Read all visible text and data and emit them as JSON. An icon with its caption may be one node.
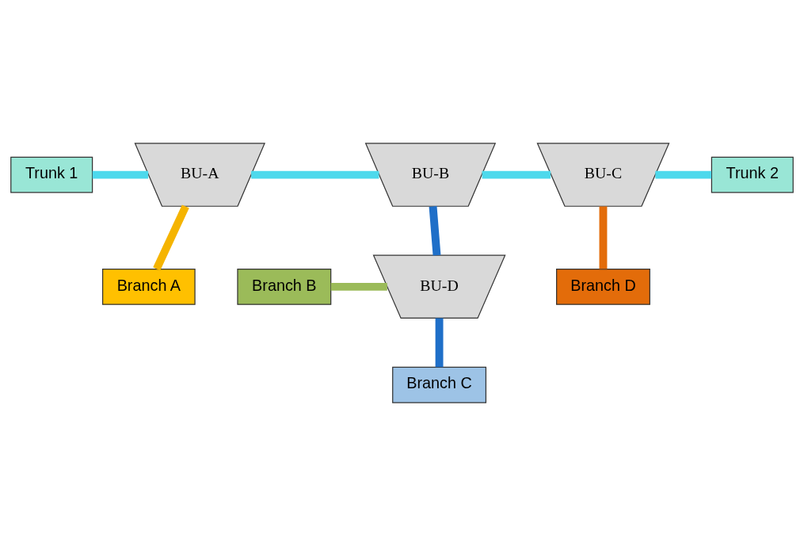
{
  "diagram": {
    "nodes": [
      {
        "text": [
          "Trunk 1"
        ]
      },
      {
        "text": [
          "BU-A"
        ]
      },
      {
        "text": [
          "BU-B"
        ]
      },
      {
        "text": [
          "BU-C"
        ]
      },
      {
        "text": [
          "Trunk 2"
        ]
      },
      {
        "text": [
          "Branch A"
        ]
      },
      {
        "text": [
          "Branch D"
        ]
      },
      {
        "text": [
          "Branch B"
        ]
      },
      {
        "text": [
          "BU-D"
        ]
      },
      {
        "text": [
          "Branch C"
        ]
      }
    ],
    "edges": [
      {
        "from": 0,
        "to": 1,
        "arrow": "none"
      },
      {
        "from": 1,
        "to": 2,
        "arrow": "none"
      },
      {
        "from": 2,
        "to": 3,
        "arrow": "none"
      },
      {
        "from": 3,
        "to": 4,
        "arrow": "none"
      },
      {
        "from": 1,
        "to": 5,
        "arrow": "none",
        "color": "#f5b400"
      },
      {
        "from": 3,
        "to": 6,
        "arrow": "none",
        "color": "#e36c0a"
      },
      {
        "from": 2,
        "to": 8,
        "arrow": "none",
        "color": "#1f6fc8"
      },
      {
        "from": 7,
        "to": 8,
        "arrow": "none",
        "color": "#9bbb59"
      },
      {
        "from": 8,
        "to": 9,
        "arrow": "none",
        "color": "#1f6fc8"
      }
    ]
  }
}
